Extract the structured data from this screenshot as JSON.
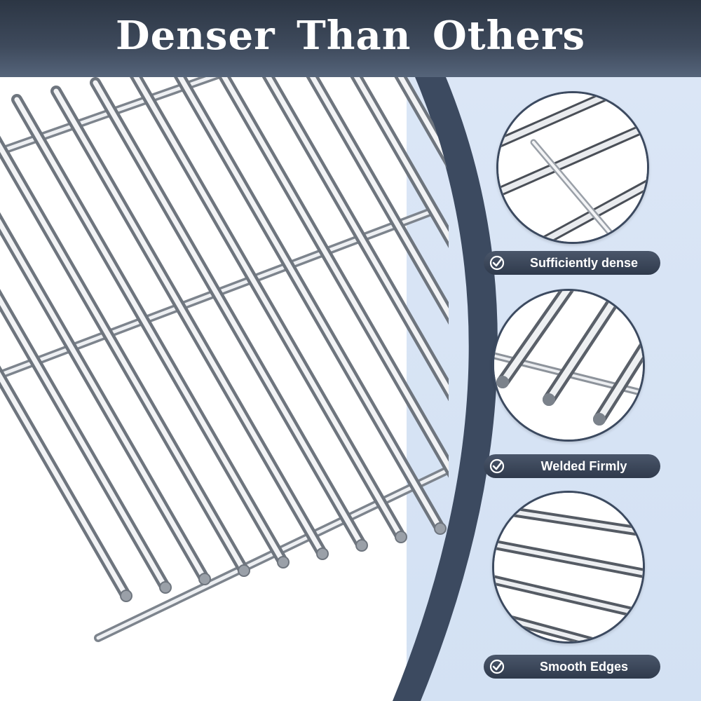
{
  "header": {
    "title": "Denser Than Others"
  },
  "features": [
    {
      "label": "Sufficiently dense",
      "icon": "check-circle-icon",
      "detail": "dense-bars-closeup"
    },
    {
      "label": "Welded Firmly",
      "icon": "check-circle-icon",
      "detail": "weld-closeup"
    },
    {
      "label": "Smooth Edges",
      "icon": "check-circle-icon",
      "detail": "edges-closeup"
    }
  ],
  "colors": {
    "header": "#2c3644",
    "panel": "#d3e1f3",
    "arc": "#3c4a60",
    "badge": "#2f3a4c",
    "steel": "#c8ccd2"
  }
}
